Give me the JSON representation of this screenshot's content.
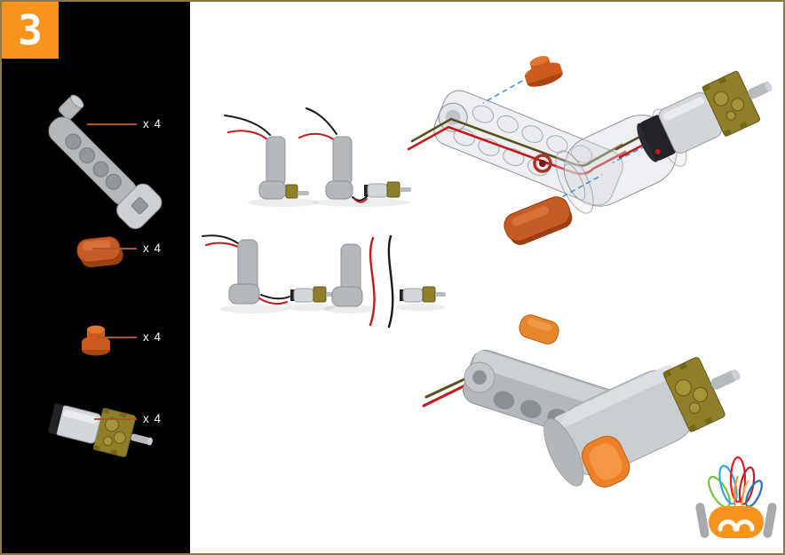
{
  "step": {
    "number": "3"
  },
  "sidebar": {
    "parts": [
      {
        "id": "angular-beam",
        "qty": "x 4"
      },
      {
        "id": "rounded-cap",
        "qty": "x 4"
      },
      {
        "id": "round-peg",
        "qty": "x 4"
      },
      {
        "id": "micro-gear-motor",
        "qty": "x 4"
      }
    ]
  },
  "colors": {
    "accent": "#F7941E",
    "page_bg": "#FFFFFF",
    "page_border": "#8F7648",
    "sidebar_bg": "#000000",
    "callout_line": "#A85A2A",
    "label_text": "#FFFFFF",
    "part_orange": "#C75B28",
    "part_orange_dark": "#9C3F12",
    "peg_orange": "#CD5A1A",
    "beam_gray": "#B4B8BC",
    "beam_gray_light": "#CDD1D5",
    "beam_gray_dark": "#8E9296",
    "motor_brass": "#8F7E2A",
    "motor_brass_dark": "#655A1C",
    "motor_silver": "#D3D6DA",
    "motor_black": "#222226",
    "wire_red": "#C41A1A",
    "wire_black": "#1A1A1A",
    "wire_olive": "#5A4F1E",
    "dashed_blue": "#4A90D9",
    "ring_red": "#B03028",
    "logo_green": "#7AC143",
    "logo_cyan": "#29ABE2",
    "logo_red": "#ED1C24",
    "logo_crimson": "#BE1E2D",
    "logo_blue": "#2B6FB5",
    "logo_orange": "#F7941E",
    "logo_gray": "#A7A9AC"
  }
}
